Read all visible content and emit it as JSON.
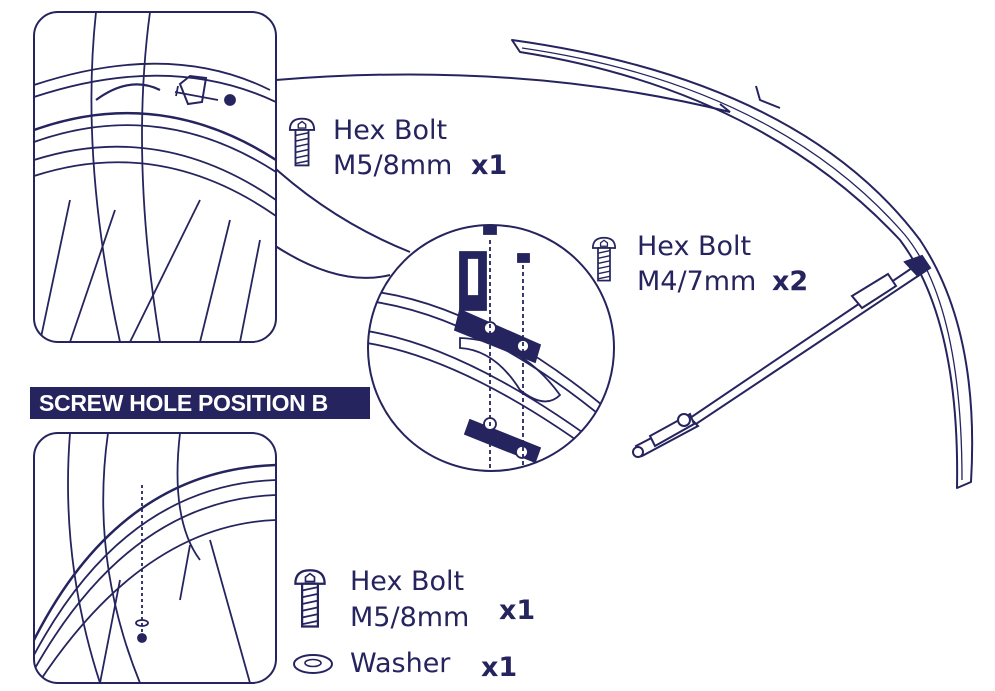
{
  "colors": {
    "ink": "#25245e",
    "background": "#ffffff"
  },
  "top_panel": {
    "bolt_icon": "hex-bolt-icon",
    "part_name": "Hex Bolt",
    "part_size": "M5/8mm",
    "quantity": "x1"
  },
  "detail_circle": {
    "bolt_icon": "hex-bolt-icon",
    "part_name": "Hex Bolt",
    "part_size": "M4/7mm",
    "quantity": "x2"
  },
  "position_b": {
    "heading": "SCREW HOLE POSITION B",
    "bolt": {
      "icon": "hex-bolt-icon",
      "part_name": "Hex Bolt",
      "part_size": "M5/8mm",
      "quantity": "x1"
    },
    "washer": {
      "icon": "washer-icon",
      "part_name": "Washer",
      "quantity": "x1"
    }
  }
}
